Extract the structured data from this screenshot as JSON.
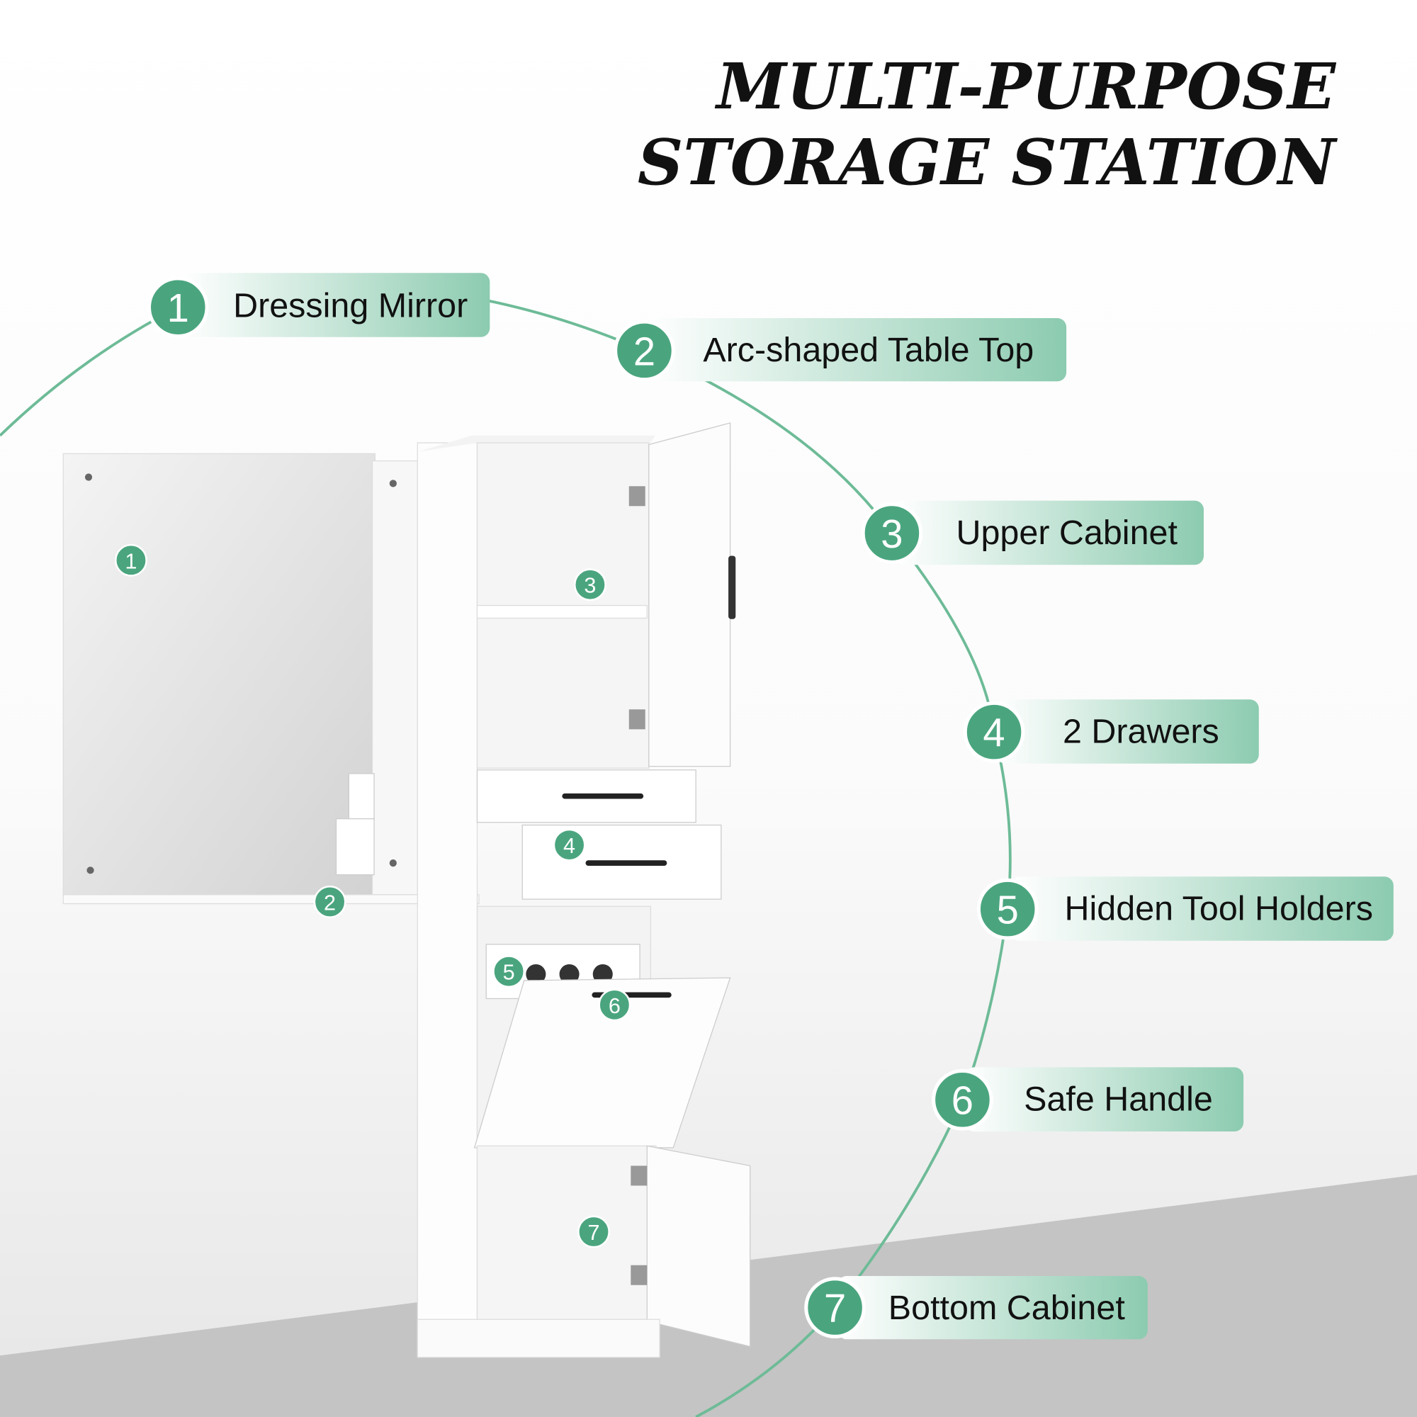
{
  "title": {
    "line1": "MULTI-PURPOSE",
    "line2": "STORAGE STATION"
  },
  "features": [
    {
      "number": "1",
      "label": "Dressing Mirror"
    },
    {
      "number": "2",
      "label": "Arc-shaped Table Top"
    },
    {
      "number": "3",
      "label": "Upper Cabinet"
    },
    {
      "number": "4",
      "label": "2 Drawers"
    },
    {
      "number": "5",
      "label": "Hidden Tool Holders"
    },
    {
      "number": "6",
      "label": "Safe Handle"
    },
    {
      "number": "7",
      "label": "Bottom Cabinet"
    }
  ],
  "colors": {
    "accent": "#4aa57e",
    "pill_end": "#8ccbb0",
    "floor": "#c4c4c4"
  }
}
